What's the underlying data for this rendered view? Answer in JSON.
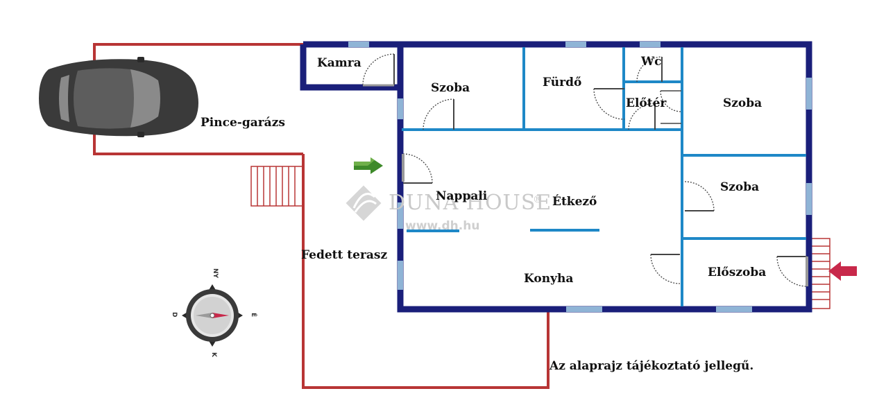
{
  "rooms": {
    "kamra": "Kamra",
    "szoba1": "Szoba",
    "furdo": "Fürdő",
    "wc": "Wc",
    "eloter": "Előtér",
    "szoba2": "Szoba",
    "szoba3": "Szoba",
    "garage": "Pince-garázs",
    "nappali": "Nappali",
    "etkezo": "Étkező",
    "terrace": "Fedett terasz",
    "konyha": "Konyha",
    "eloszoba": "Előszoba"
  },
  "watermark": {
    "brand": "DUNA HOUSE",
    "registered": "®",
    "url": "www.dh.hu"
  },
  "compass": {
    "north": "NY",
    "east": "É",
    "south": "K",
    "west": "D"
  },
  "note": "Az alaprajz tájékoztató jellegű.",
  "colors": {
    "outer_wall": "#1a1f7a",
    "inner_wall": "#1e88c7",
    "terrace_line": "#b83535",
    "window": "#8fb4d6",
    "entrance_arrow": "#c8284a",
    "terrace_arrow": "#3e8a2a",
    "car": "#3a3a3a"
  },
  "icons": {
    "car": "car-icon",
    "compass": "compass-icon",
    "entrance_arrow": "entrance-arrow-icon",
    "terrace_arrow": "terrace-arrow-icon",
    "logo": "duna-house-logo-icon"
  }
}
